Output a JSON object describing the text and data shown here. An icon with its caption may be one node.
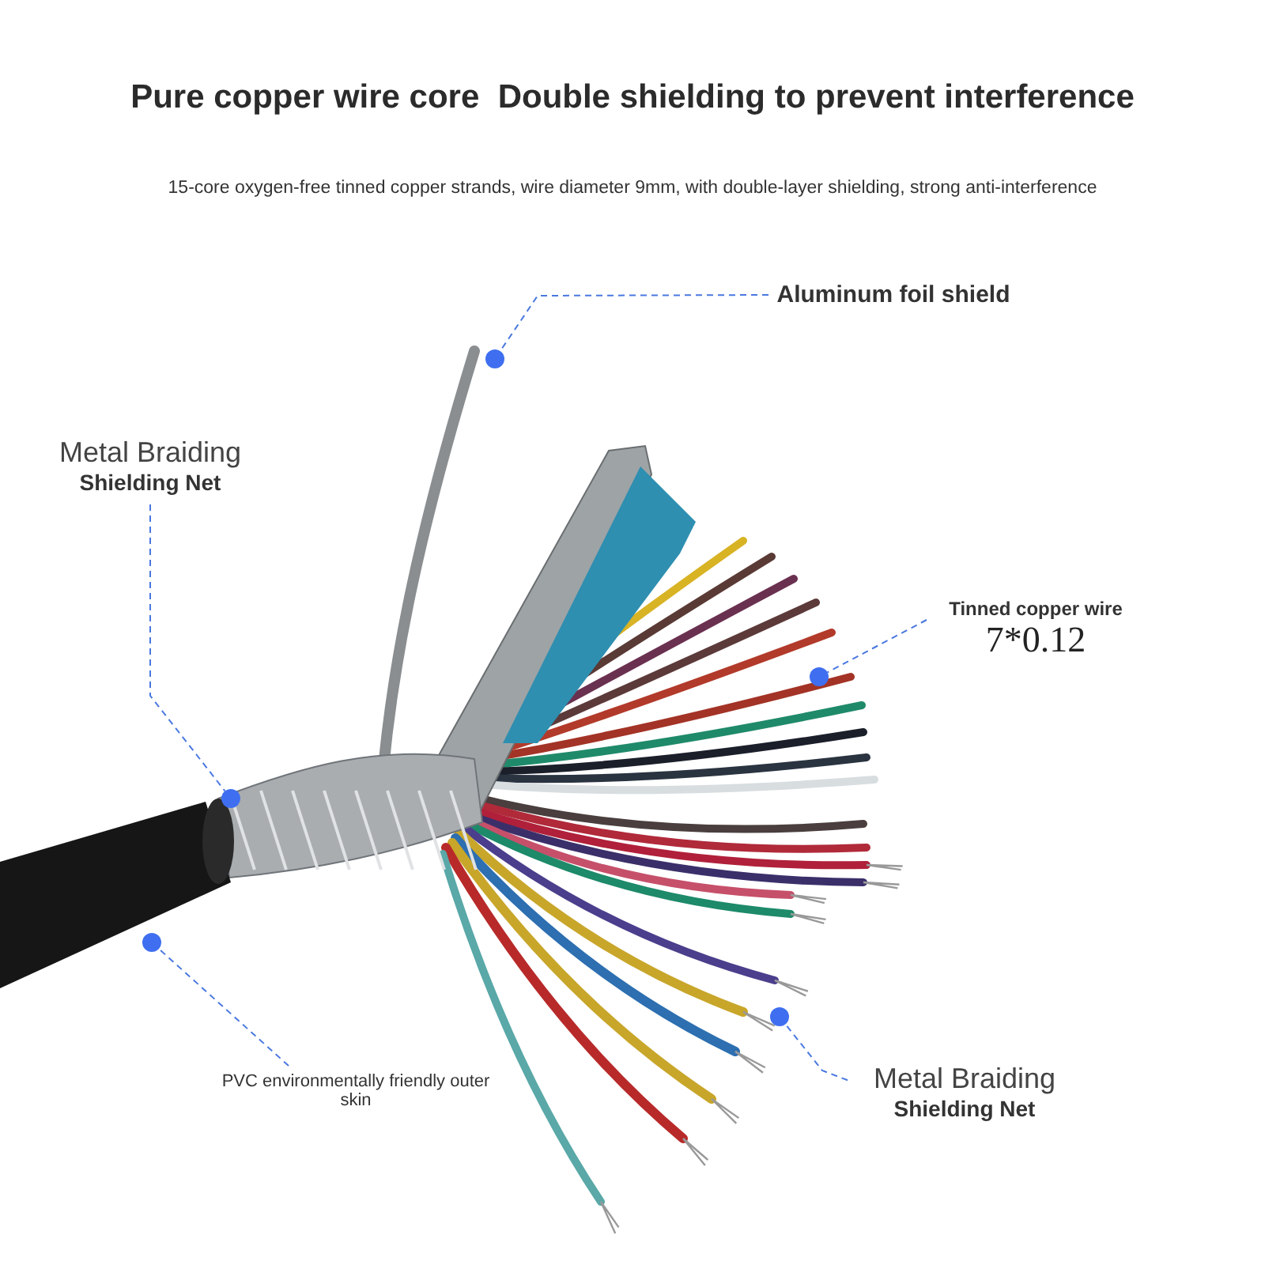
{
  "diagram": {
    "title": "Pure copper wire core  Double shielding to prevent interference",
    "nodes": [
      {
        "text": [
          "Aluminum foil shield"
        ]
      },
      {
        "text": [
          "Metal Braiding",
          "Shielding Net"
        ]
      },
      {
        "text": [
          "Tinned copper wire",
          "7*0.12"
        ]
      },
      {
        "text": [
          "PVC environmentally friendly outer skin"
        ]
      },
      {
        "text": [
          "Metal Braiding",
          "Shielding Net"
        ]
      },
      {
        "text": [],
        "shape": "circle"
      },
      {
        "text": [],
        "shape": "circle"
      },
      {
        "text": [],
        "shape": "circle"
      },
      {
        "text": [],
        "shape": "circle"
      },
      {
        "text": [],
        "shape": "circle"
      }
    ],
    "edges": [
      {
        "from": 0,
        "to": 5,
        "arrow": "none",
        "style": "dashed"
      },
      {
        "from": 2,
        "to": 6,
        "arrow": "none",
        "style": "dashed"
      },
      {
        "from": 1,
        "to": 7,
        "arrow": "none",
        "style": "dashed"
      },
      {
        "from": 3,
        "to": 8,
        "arrow": "none",
        "style": "dashed"
      },
      {
        "from": 4,
        "to": 9,
        "arrow": "none",
        "style": "dashed"
      }
    ],
    "labels": [
      "15-core oxygen-free tinned copper strands, wire diameter 9mm, with double-layer shielding, strong anti-interference"
    ]
  }
}
